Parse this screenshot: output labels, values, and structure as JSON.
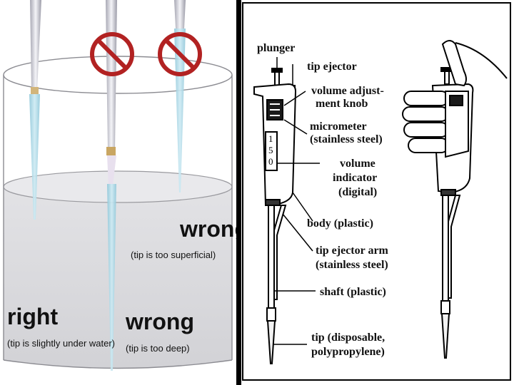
{
  "left": {
    "right_label": "right",
    "right_note": "(tip is slightly under water)",
    "deep_label": "wrong",
    "deep_note": "(tip is too deep)",
    "shallow_label": "wrong",
    "shallow_note": "(tip is too superficial)"
  },
  "right": {
    "labels": {
      "plunger": "plunger",
      "tip_ejector": "tip ejector",
      "volume_adjust_1": "volume adjust-",
      "volume_adjust_2": "ment knob",
      "micrometer_1": "micrometer",
      "micrometer_2": "(stainless steel)",
      "volume_indicator_1": "volume",
      "volume_indicator_2": "indicator",
      "volume_indicator_3": "(digital)",
      "body": "body (plastic)",
      "tip_ejector_arm_1": "tip ejector arm",
      "tip_ejector_arm_2": "(stainless steel)",
      "shaft": "shaft (plastic)",
      "tip_1": "tip (disposable,",
      "tip_2": "polypropylene)"
    },
    "display_digits": [
      "1",
      "5",
      "0"
    ]
  },
  "colors": {
    "prohibition": "#b22222",
    "tip_blue": "#a9d8e6",
    "water": "#d9d9dc"
  }
}
